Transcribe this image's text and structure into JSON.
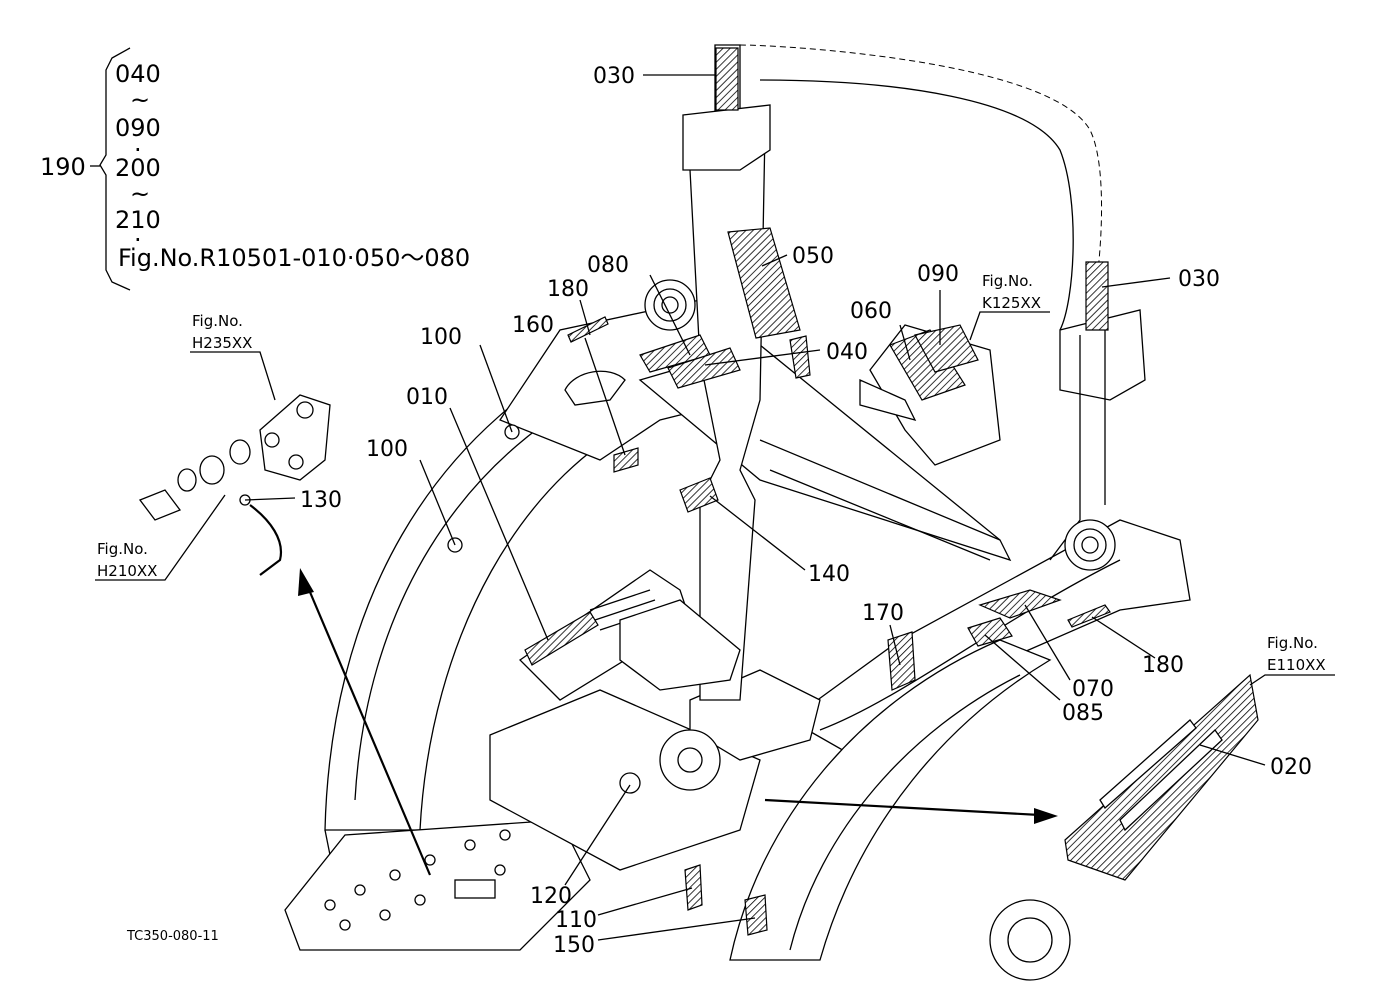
{
  "diagram": {
    "drawing_code": "TC350-080-11",
    "bracket_group": {
      "label": "190",
      "lines": [
        "040",
        "~",
        "090",
        "·",
        "200",
        "~",
        "210",
        "·",
        "Fig.No.R10501-010·050～080"
      ]
    },
    "figure_refs": [
      {
        "id": "h235",
        "line1": "Fig.No.",
        "line2": "H235XX"
      },
      {
        "id": "h210",
        "line1": "Fig.No.",
        "line2": "H210XX"
      },
      {
        "id": "k125",
        "line1": "Fig.No.",
        "line2": "K125XX"
      },
      {
        "id": "e110",
        "line1": "Fig.No.",
        "line2": "E110XX"
      }
    ],
    "callouts": {
      "c030a": "030",
      "c030b": "030",
      "c050": "050",
      "c080": "080",
      "c180a": "180",
      "c160": "160",
      "c040": "040",
      "c100a": "100",
      "c010": "010",
      "c100b": "100",
      "c130": "130",
      "c060": "060",
      "c090": "090",
      "c140": "140",
      "c170": "170",
      "c070": "070",
      "c180b": "180",
      "c085": "085",
      "c020": "020",
      "c120": "120",
      "c110": "110",
      "c150": "150"
    }
  }
}
